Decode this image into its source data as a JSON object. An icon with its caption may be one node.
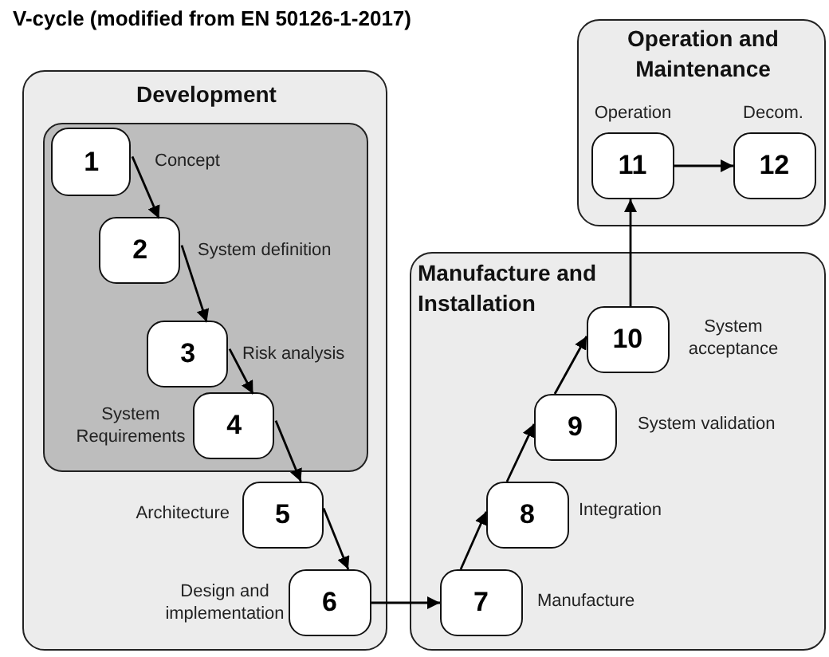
{
  "diagram": {
    "title": "V-cycle (modified from EN 50126-1-2017)",
    "nodes": [
      {
        "text": [
          "Development"
        ]
      },
      {
        "text": [],
        "shape": "box",
        "in": 0
      },
      {
        "text": [
          "1"
        ],
        "in": 1,
        "beside": [
          "Concept"
        ]
      },
      {
        "text": [
          "2"
        ],
        "in": 1,
        "beside": [
          "System definition"
        ]
      },
      {
        "text": [
          "3"
        ],
        "in": 1,
        "beside": [
          "Risk analysis"
        ]
      },
      {
        "text": [
          "4"
        ],
        "in": 1,
        "beside": [
          "System Requirements"
        ]
      },
      {
        "text": [
          "5"
        ],
        "in": 0,
        "beside": [
          "Architecture"
        ]
      },
      {
        "text": [
          "6"
        ],
        "in": 0,
        "beside": [
          "Design and implementation"
        ]
      },
      {
        "text": [
          "Manufacture and Installation"
        ]
      },
      {
        "text": [
          "7"
        ],
        "in": 8,
        "beside": [
          "Manufacture"
        ]
      },
      {
        "text": [
          "8"
        ],
        "in": 8,
        "beside": [
          "Integration"
        ]
      },
      {
        "text": [
          "9"
        ],
        "in": 8,
        "beside": [
          "System validation"
        ]
      },
      {
        "text": [
          "10"
        ],
        "in": 8,
        "beside": [
          "System acceptance"
        ]
      },
      {
        "text": [
          "Operation and Maintenance"
        ]
      },
      {
        "text": [
          "11"
        ],
        "in": 13,
        "beside": [
          "Operation"
        ]
      },
      {
        "text": [
          "12"
        ],
        "in": 13,
        "beside": [
          "Decom."
        ]
      }
    ],
    "edges": [
      {
        "from": 2,
        "to": 3,
        "arrow": "to"
      },
      {
        "from": 3,
        "to": 4,
        "arrow": "to"
      },
      {
        "from": 4,
        "to": 5,
        "arrow": "to"
      },
      {
        "from": 5,
        "to": 6,
        "arrow": "to"
      },
      {
        "from": 6,
        "to": 7,
        "arrow": "to"
      },
      {
        "from": 7,
        "to": 9,
        "arrow": "to"
      },
      {
        "from": 9,
        "to": 10,
        "arrow": "to"
      },
      {
        "from": 10,
        "to": 11,
        "arrow": "to"
      },
      {
        "from": 11,
        "to": 12,
        "arrow": "to"
      },
      {
        "from": 12,
        "to": 14,
        "arrow": "to"
      },
      {
        "from": 14,
        "to": 15,
        "arrow": "to"
      }
    ]
  }
}
